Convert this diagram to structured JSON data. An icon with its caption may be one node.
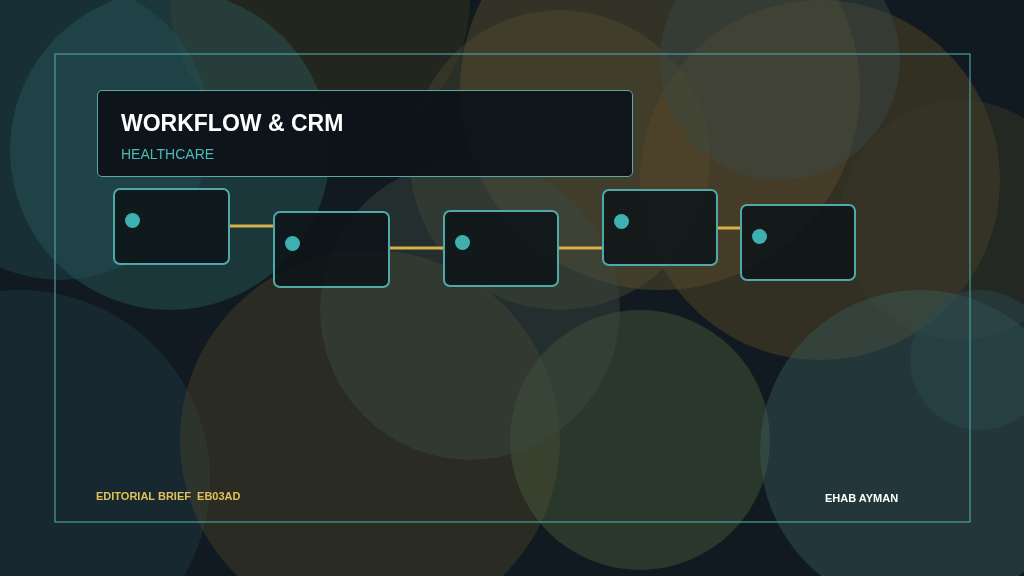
{
  "diagram": {
    "title": "WORKFLOW & CRM",
    "nodes": [
      {
        "text": [],
        "shape": "box"
      },
      {
        "text": [],
        "shape": "box"
      },
      {
        "text": [],
        "shape": "box"
      },
      {
        "text": [],
        "shape": "box"
      },
      {
        "text": [],
        "shape": "box"
      }
    ],
    "edges": [
      {
        "from": 0,
        "to": 1,
        "arrow": "none"
      },
      {
        "from": 1,
        "to": 2,
        "arrow": "none"
      },
      {
        "from": 2,
        "to": 3,
        "arrow": "none"
      },
      {
        "from": 3,
        "to": 4,
        "arrow": "none"
      }
    ],
    "labels": [
      "HEALTHCARE",
      "EDITORIAL BRIEF  EB03AD",
      "EHAB AYMAN"
    ]
  }
}
